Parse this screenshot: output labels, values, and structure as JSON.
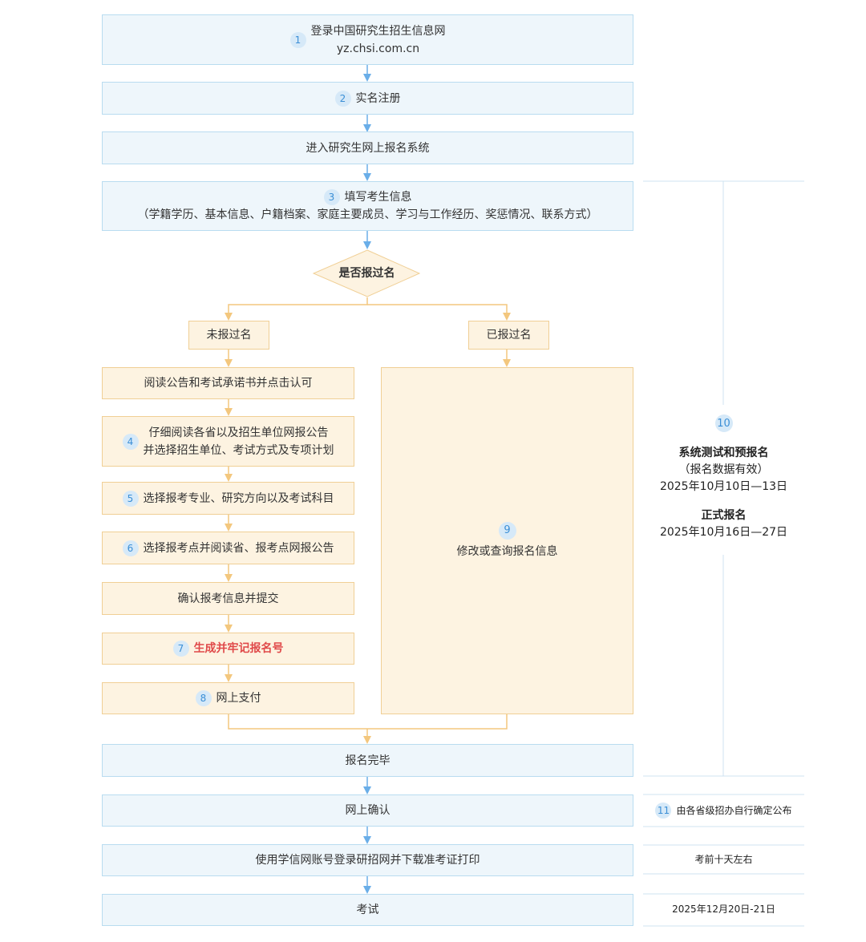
{
  "steps": {
    "s1": {
      "num": "1",
      "line1": "登录中国研究生招生信息网",
      "line2": "yz.chsi.com.cn"
    },
    "s2": {
      "num": "2",
      "label": "实名注册"
    },
    "enter": {
      "label": "进入研究生网上报名系统"
    },
    "s3": {
      "num": "3",
      "line1": "填写考生信息",
      "line2": "（学籍学历、基本信息、户籍档案、家庭主要成员、学习与工作经历、奖惩情况、联系方式）"
    },
    "decision": {
      "label": "是否报过名"
    },
    "not_registered": {
      "label": "未报过名"
    },
    "registered": {
      "label": "已报过名"
    },
    "read_notice": {
      "label": "阅读公告和考试承诺书并点击认可"
    },
    "s4": {
      "num": "4",
      "line1": "仔细阅读各省以及招生单位网报公告",
      "line2": "并选择招生单位、考试方式及专项计划"
    },
    "s5": {
      "num": "5",
      "label": "选择报考专业、研究方向以及考试科目"
    },
    "s6": {
      "num": "6",
      "label": "选择报考点并阅读省、报考点网报公告"
    },
    "confirm_submit": {
      "label": "确认报考信息并提交"
    },
    "s7": {
      "num": "7",
      "label": "生成并牢记报名号"
    },
    "s8": {
      "num": "8",
      "label": "网上支付"
    },
    "s9": {
      "num": "9",
      "label": "修改或查询报名信息"
    },
    "done": {
      "label": "报名完毕"
    },
    "online_confirm": {
      "label": "网上确认"
    },
    "print_ticket": {
      "label": "使用学信网账号登录研招网并下载准考证打印"
    },
    "exam": {
      "label": "考试"
    }
  },
  "side": {
    "s10": {
      "num": "10",
      "title1": "系统测试和预报名",
      "title1_sub": "（报名数据有效）",
      "date1": "2025年10月10日—13日",
      "title2": "正式报名",
      "date2": "2025年10月16日—27日"
    },
    "s11": {
      "num": "11",
      "label": "由各省级招办自行确定公布"
    },
    "print_time": "考前十天左右",
    "exam_date": "2025年12月20日-21日"
  },
  "colors": {
    "blue_fill": "#eef6fb",
    "blue_border": "#b9dcf0",
    "orange_fill": "#fdf3e1",
    "orange_border": "#f0cf95",
    "arrow_blue": "#6aaee8",
    "arrow_orange": "#f3c77e",
    "highlight_red": "#e04949"
  }
}
